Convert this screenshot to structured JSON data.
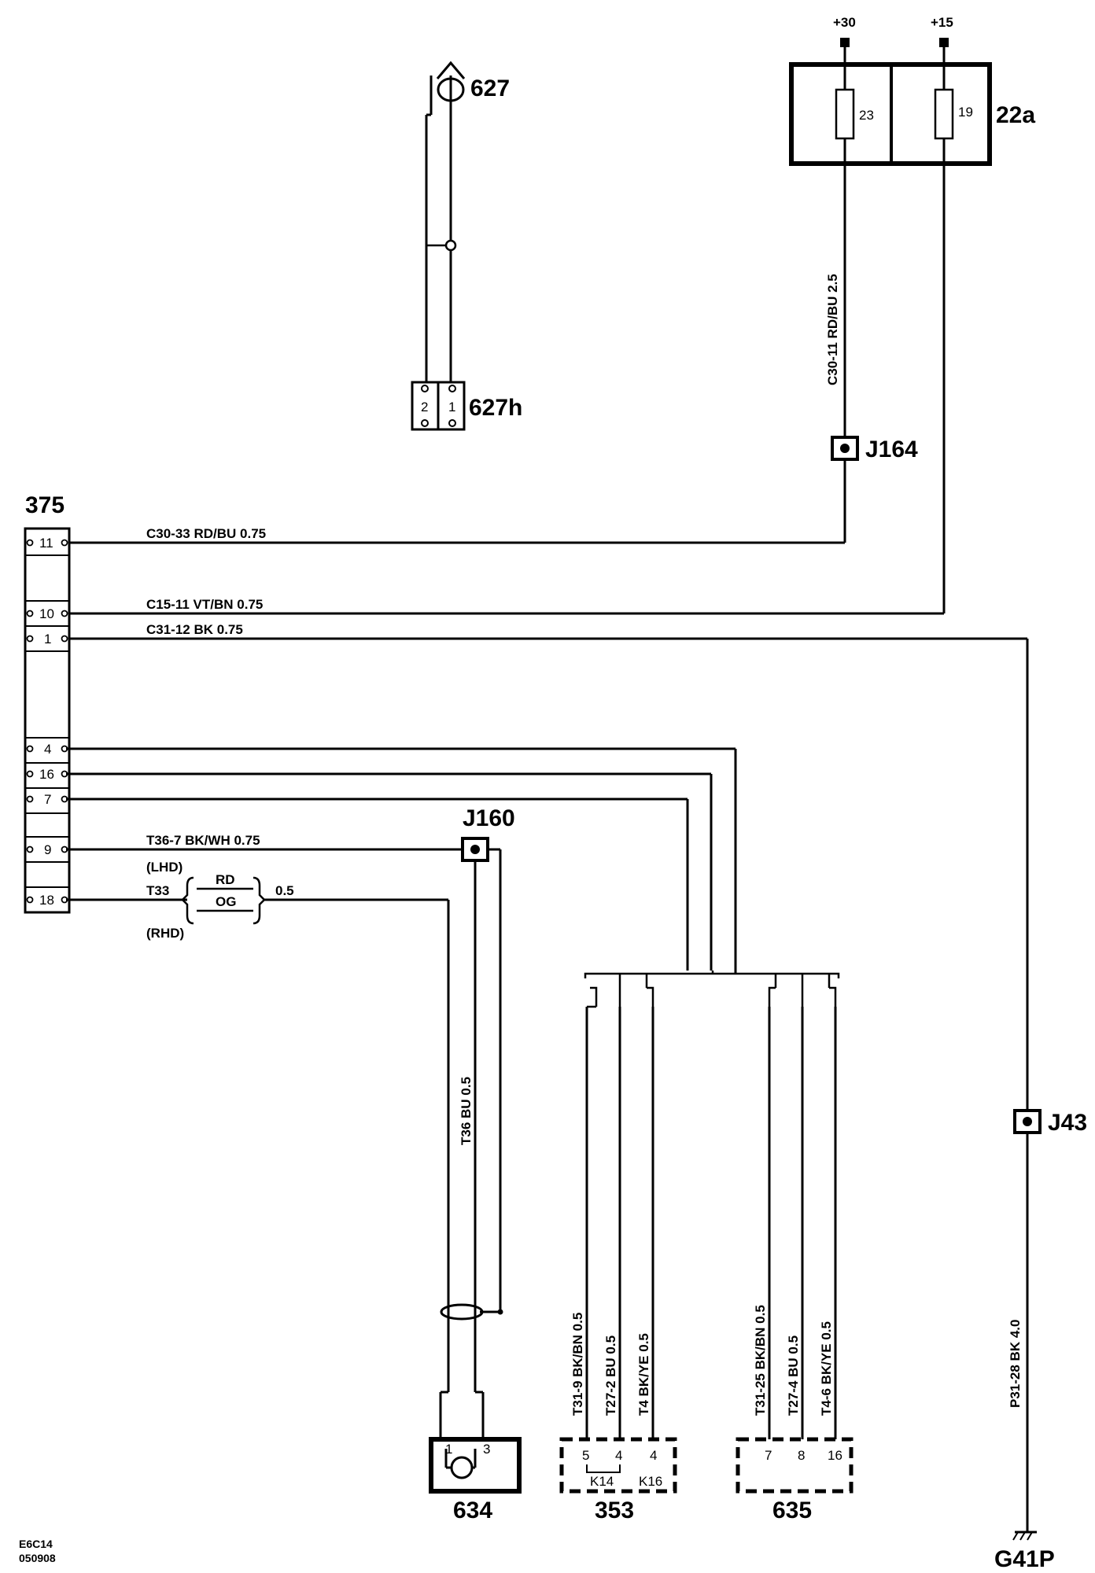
{
  "components": {
    "c375": "375",
    "c627": "627",
    "c627h": "627h",
    "c22a": "22a",
    "c634": "634",
    "c353": "353",
    "c635": "635",
    "g41p": "G41P"
  },
  "supply": {
    "plus30": "+30",
    "plus15": "+15"
  },
  "fuses": {
    "f23": "23",
    "f19": "19"
  },
  "junctions": {
    "j164": "J164",
    "j160": "J160",
    "j43": "J43"
  },
  "connector_375_pins": [
    "11",
    "10",
    "1",
    "4",
    "16",
    "7",
    "9",
    "18"
  ],
  "connector_627h_pins": [
    "2",
    "1"
  ],
  "wires": {
    "w11": "C30-33   RD/BU   0.75",
    "w10": "C15-11   VT/BN   0.75",
    "w1": "C31-12  BK  0.75",
    "w9": "T36-7  BK/WH  0.75",
    "w18": "T33",
    "w18_size": "0.5",
    "lhd": "(LHD)",
    "rhd": "(RHD)",
    "rd": "RD",
    "og": "OG",
    "fuse23_down": "C30-11   RD/BU  2.5",
    "t36": "T36  BU  0.5",
    "t31_9": "T31-9  BK/BN  0.5",
    "t27_2": "T27-2  BU  0.5",
    "t4_a": "T4  BK/YE  0.5",
    "t31_25": "T31-25  BK/BN  0.5",
    "t27_4": "T27-4  BU  0.5",
    "t4_6": "T4-6  BK/YE  0.5",
    "p31_28": "P31-28  BK  4.0"
  },
  "c634_pins": [
    "1",
    "3"
  ],
  "c353_pins": [
    "5",
    "4",
    "4"
  ],
  "c353_sub": [
    "K14",
    "K16"
  ],
  "c635_pins": [
    "7",
    "8",
    "16"
  ],
  "footer": {
    "code": "E6C14",
    "date": "050908"
  }
}
